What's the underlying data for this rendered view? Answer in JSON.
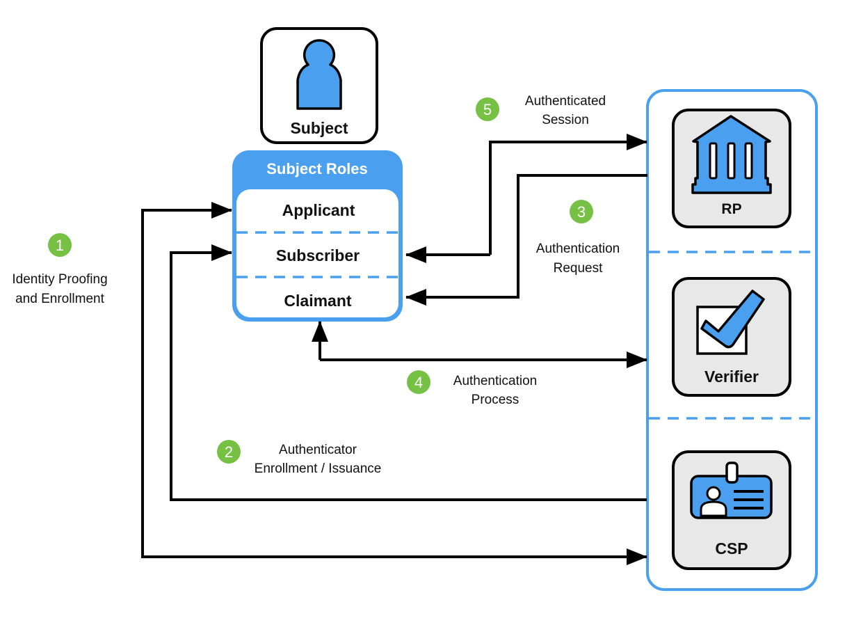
{
  "colors": {
    "accent": "#4aa0ef",
    "badge": "#76c043",
    "tile_bg": "#e8e8e8",
    "stroke": "#000000"
  },
  "subject": {
    "label": "Subject",
    "icon": "person-icon"
  },
  "roles": {
    "header": "Subject Roles",
    "items": [
      "Applicant",
      "Subscriber",
      "Claimant"
    ]
  },
  "parties": [
    {
      "label": "RP",
      "icon": "bank-building-icon"
    },
    {
      "label": "Verifier",
      "icon": "checkbox-check-icon"
    },
    {
      "label": "CSP",
      "icon": "id-badge-icon"
    }
  ],
  "steps": [
    {
      "number": "1",
      "lines": [
        "Identity Proofing",
        "and Enrollment"
      ]
    },
    {
      "number": "2",
      "lines": [
        "Authenticator",
        "Enrollment / Issuance"
      ]
    },
    {
      "number": "3",
      "lines": [
        "Authentication",
        "Request"
      ]
    },
    {
      "number": "4",
      "lines": [
        "Authentication",
        "Process"
      ]
    },
    {
      "number": "5",
      "lines": [
        "Authenticated",
        "Session"
      ]
    }
  ]
}
